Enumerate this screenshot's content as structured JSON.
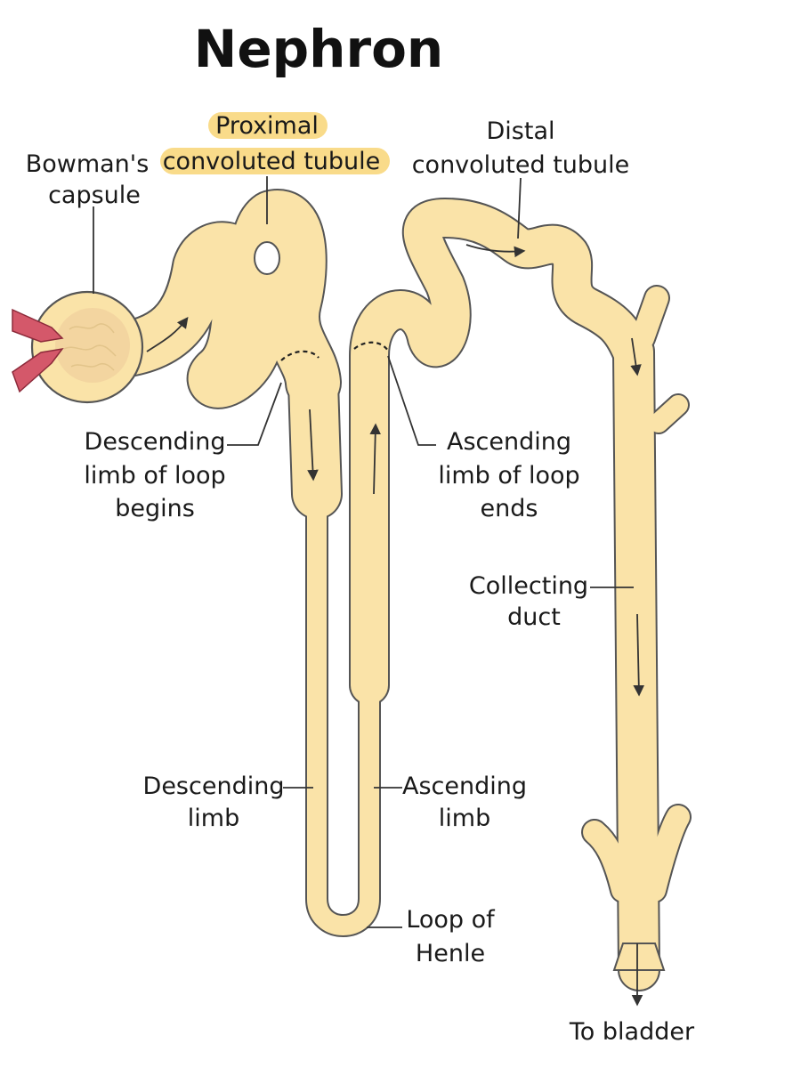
{
  "title": "Nephron",
  "colors": {
    "tubule_fill": "#FAE3A8",
    "tubule_outline": "#555555",
    "highlight": "#F9DB8A",
    "vessel": "#D4586A",
    "glomerulus": "#F3D5A0"
  },
  "labels": {
    "bowmans_capsule": [
      "Bowman's",
      "capsule"
    ],
    "proximal_tubule": [
      "Proximal",
      "convoluted tubule"
    ],
    "distal_tubule": [
      "Distal",
      "convoluted tubule"
    ],
    "descending_begins": [
      "Descending",
      "limb of loop",
      "begins"
    ],
    "ascending_ends": [
      "Ascending",
      "limb of loop",
      "ends"
    ],
    "collecting_duct": [
      "Collecting",
      "duct"
    ],
    "descending_limb": [
      "Descending",
      "limb"
    ],
    "ascending_limb": [
      "Ascending",
      "limb"
    ],
    "loop_of_henle": [
      "Loop of",
      "Henle"
    ],
    "to_bladder": "To bladder"
  }
}
